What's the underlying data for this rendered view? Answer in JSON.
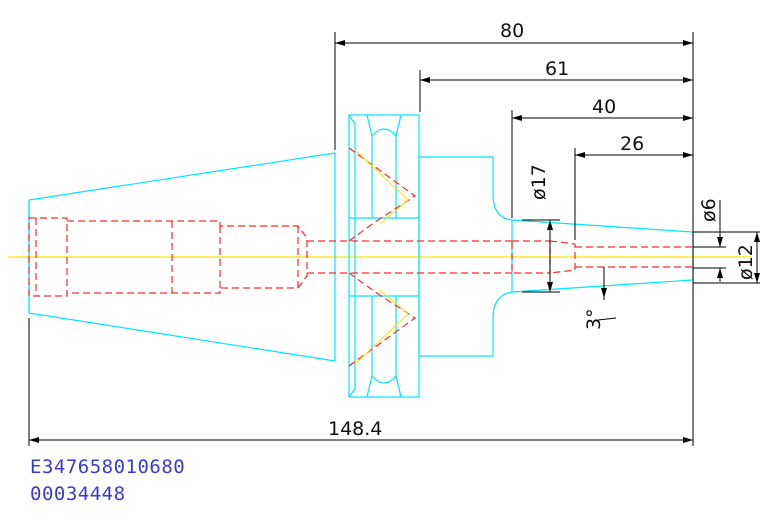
{
  "drawing": {
    "dimensions": {
      "overall_length": "148.4",
      "length_80": "80",
      "length_61": "61",
      "length_40": "40",
      "length_26": "26",
      "diameter_17": "ø17",
      "diameter_6": "ø6",
      "diameter_12": "ø12",
      "taper_angle": "3°"
    },
    "part_number": "E347658010680",
    "reference_number": "00034448"
  },
  "colors": {
    "outline": "#00e5ff",
    "hidden": "#ff2a2a",
    "centerline": "#ffe000",
    "dimension": "#000000",
    "code_text": "#3a3ad6"
  }
}
